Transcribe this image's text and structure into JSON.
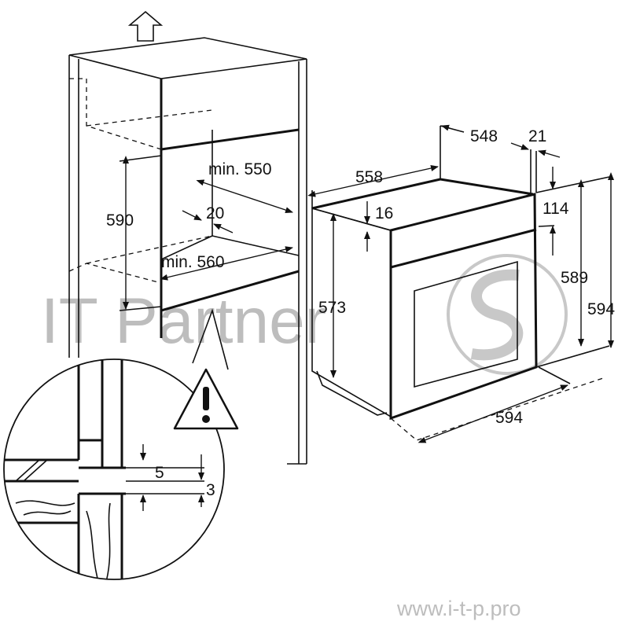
{
  "diagram": {
    "cabinet_labels": {
      "depth_min": "min. 550",
      "height": "590",
      "gap": "20",
      "width_min": "min. 560"
    },
    "oven_labels": {
      "depth_total": "558",
      "depth_body": "548",
      "front_thickness": "21",
      "top_offset": "16",
      "panel_height": "114",
      "body_height": "589",
      "total_height": "594",
      "side_height": "573",
      "width": "594"
    },
    "detail_labels": {
      "clearance": "5",
      "thickness": "3"
    },
    "icons": [
      "up-arrow-icon",
      "warning-icon"
    ]
  },
  "watermark": {
    "brand": "IT Partner",
    "url": "www.i-t-p.pro"
  }
}
